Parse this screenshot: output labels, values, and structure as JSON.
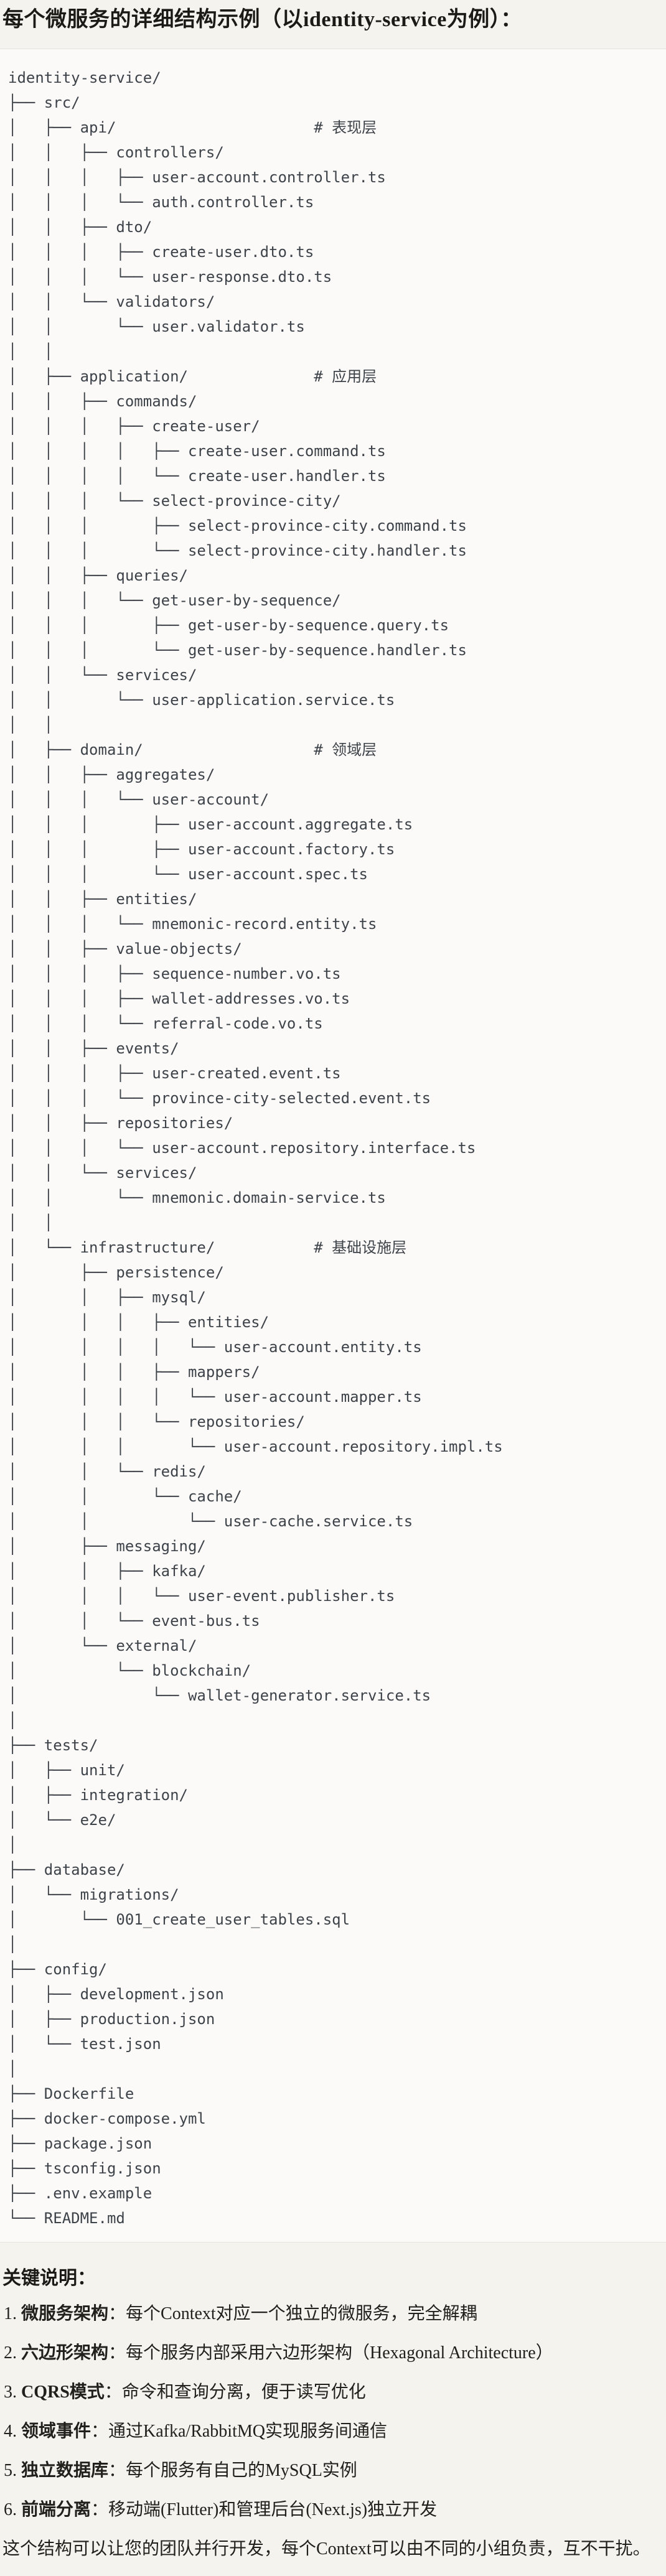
{
  "colors": {
    "page_bg": "#f4f3ee",
    "code_bg": "#fbfaf8",
    "code_border": "#e5e4de",
    "code_text": "#3e4349",
    "body_text": "#21201d"
  },
  "header": {
    "title": "每个微服务的详细结构示例（以identity-service为例）："
  },
  "tree": {
    "lines": [
      "identity-service/",
      "├── src/",
      "│   ├── api/                      # 表现层",
      "│   │   ├── controllers/",
      "│   │   │   ├── user-account.controller.ts",
      "│   │   │   └── auth.controller.ts",
      "│   │   ├── dto/",
      "│   │   │   ├── create-user.dto.ts",
      "│   │   │   └── user-response.dto.ts",
      "│   │   └── validators/",
      "│   │       └── user.validator.ts",
      "│   │",
      "│   ├── application/              # 应用层",
      "│   │   ├── commands/",
      "│   │   │   ├── create-user/",
      "│   │   │   │   ├── create-user.command.ts",
      "│   │   │   │   └── create-user.handler.ts",
      "│   │   │   └── select-province-city/",
      "│   │   │       ├── select-province-city.command.ts",
      "│   │   │       └── select-province-city.handler.ts",
      "│   │   ├── queries/",
      "│   │   │   └── get-user-by-sequence/",
      "│   │   │       ├── get-user-by-sequence.query.ts",
      "│   │   │       └── get-user-by-sequence.handler.ts",
      "│   │   └── services/",
      "│   │       └── user-application.service.ts",
      "│   │",
      "│   ├── domain/                   # 领域层",
      "│   │   ├── aggregates/",
      "│   │   │   └── user-account/",
      "│   │   │       ├── user-account.aggregate.ts",
      "│   │   │       ├── user-account.factory.ts",
      "│   │   │       └── user-account.spec.ts",
      "│   │   ├── entities/",
      "│   │   │   └── mnemonic-record.entity.ts",
      "│   │   ├── value-objects/",
      "│   │   │   ├── sequence-number.vo.ts",
      "│   │   │   ├── wallet-addresses.vo.ts",
      "│   │   │   └── referral-code.vo.ts",
      "│   │   ├── events/",
      "│   │   │   ├── user-created.event.ts",
      "│   │   │   └── province-city-selected.event.ts",
      "│   │   ├── repositories/",
      "│   │   │   └── user-account.repository.interface.ts",
      "│   │   └── services/",
      "│   │       └── mnemonic.domain-service.ts",
      "│   │",
      "│   └── infrastructure/           # 基础设施层",
      "│       ├── persistence/",
      "│       │   ├── mysql/",
      "│       │   │   ├── entities/",
      "│       │   │   │   └── user-account.entity.ts",
      "│       │   │   ├── mappers/",
      "│       │   │   │   └── user-account.mapper.ts",
      "│       │   │   └── repositories/",
      "│       │   │       └── user-account.repository.impl.ts",
      "│       │   └── redis/",
      "│       │       └── cache/",
      "│       │           └── user-cache.service.ts",
      "│       ├── messaging/",
      "│       │   ├── kafka/",
      "│       │   │   └── user-event.publisher.ts",
      "│       │   └── event-bus.ts",
      "│       └── external/",
      "│           └── blockchain/",
      "│               └── wallet-generator.service.ts",
      "│",
      "├── tests/",
      "│   ├── unit/",
      "│   ├── integration/",
      "│   └── e2e/",
      "│",
      "├── database/",
      "│   └── migrations/",
      "│       └── 001_create_user_tables.sql",
      "│",
      "├── config/",
      "│   ├── development.json",
      "│   ├── production.json",
      "│   └── test.json",
      "│",
      "├── Dockerfile",
      "├── docker-compose.yml",
      "├── package.json",
      "├── tsconfig.json",
      "├── .env.example",
      "└── README.md"
    ]
  },
  "notes": {
    "heading": "关键说明：",
    "items": [
      {
        "num": "1.",
        "label": "微服务架构",
        "text": "：每个Context对应一个独立的微服务，完全解耦"
      },
      {
        "num": "2.",
        "label": "六边形架构",
        "text": "：每个服务内部采用六边形架构（Hexagonal Architecture）"
      },
      {
        "num": "3.",
        "label": "CQRS模式",
        "text": "：命令和查询分离，便于读写优化"
      },
      {
        "num": "4.",
        "label": "领域事件",
        "text": "：通过Kafka/RabbitMQ实现服务间通信"
      },
      {
        "num": "5.",
        "label": "独立数据库",
        "text": "：每个服务有自己的MySQL实例"
      },
      {
        "num": "6.",
        "label": "前端分离",
        "text": "：移动端(Flutter)和管理后台(Next.js)独立开发"
      }
    ],
    "footer": "这个结构可以让您的团队并行开发，每个Context可以由不同的小组负责，互不干扰。"
  }
}
